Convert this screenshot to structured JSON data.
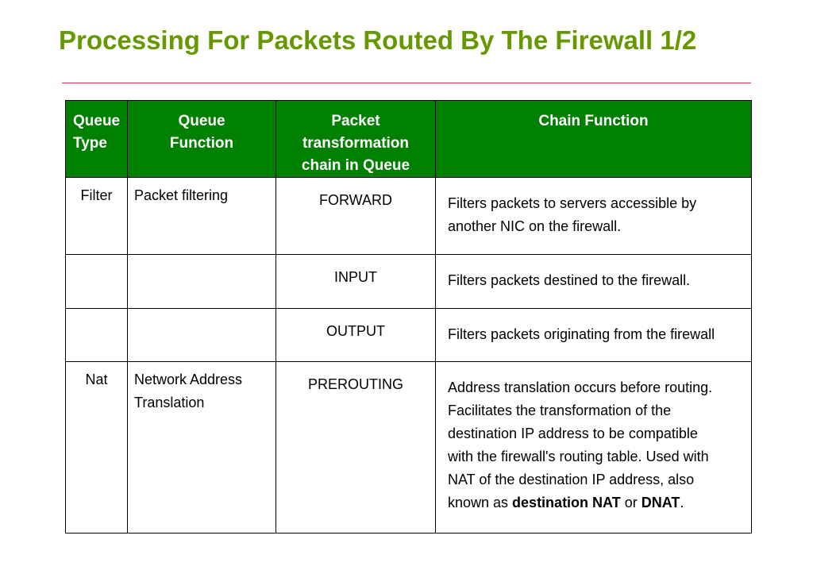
{
  "slide": {
    "title": "Processing For Packets Routed By The Firewall 1/2"
  },
  "table": {
    "headers": {
      "queue_type_line1": "Queue",
      "queue_type_line2": "Type",
      "queue_function_line1": "Queue",
      "queue_function_line2": "Function",
      "chain_line1": "Packet",
      "chain_line2": "transformation",
      "chain_line3": "chain in Queue",
      "chain_function": "Chain Function"
    },
    "rows": [
      {
        "queue_type": "Filter",
        "queue_function_line1": "Packet filtering",
        "queue_function_line2": "",
        "chain": "FORWARD",
        "chain_function_lines": [
          "Filters packets to servers accessible by",
          "another NIC on the firewall."
        ]
      },
      {
        "queue_type": "",
        "queue_function_line1": "",
        "queue_function_line2": "",
        "chain": "INPUT",
        "chain_function_lines": [
          "Filters packets destined to the firewall."
        ]
      },
      {
        "queue_type": "",
        "queue_function_line1": "",
        "queue_function_line2": "",
        "chain": "OUTPUT",
        "chain_function_lines": [
          "Filters packets originating from the firewall"
        ]
      },
      {
        "queue_type": "Nat",
        "queue_function_line1": "Network Address",
        "queue_function_line2": "Translation",
        "chain": "PREROUTING",
        "chain_function_lines": [
          "Address translation occurs before routing.",
          "Facilitates the transformation of the",
          "destination IP address to be compatible",
          "with the firewall's routing table. Used with",
          "NAT of the destination IP address, also"
        ],
        "chain_function_last": {
          "prefix": "known as ",
          "bold1": "destination NAT",
          "middle": " or ",
          "bold2": "DNAT",
          "suffix": "."
        }
      }
    ]
  },
  "colors": {
    "title": "#669900",
    "header_bg": "#008000",
    "rule": "#e0364f"
  }
}
